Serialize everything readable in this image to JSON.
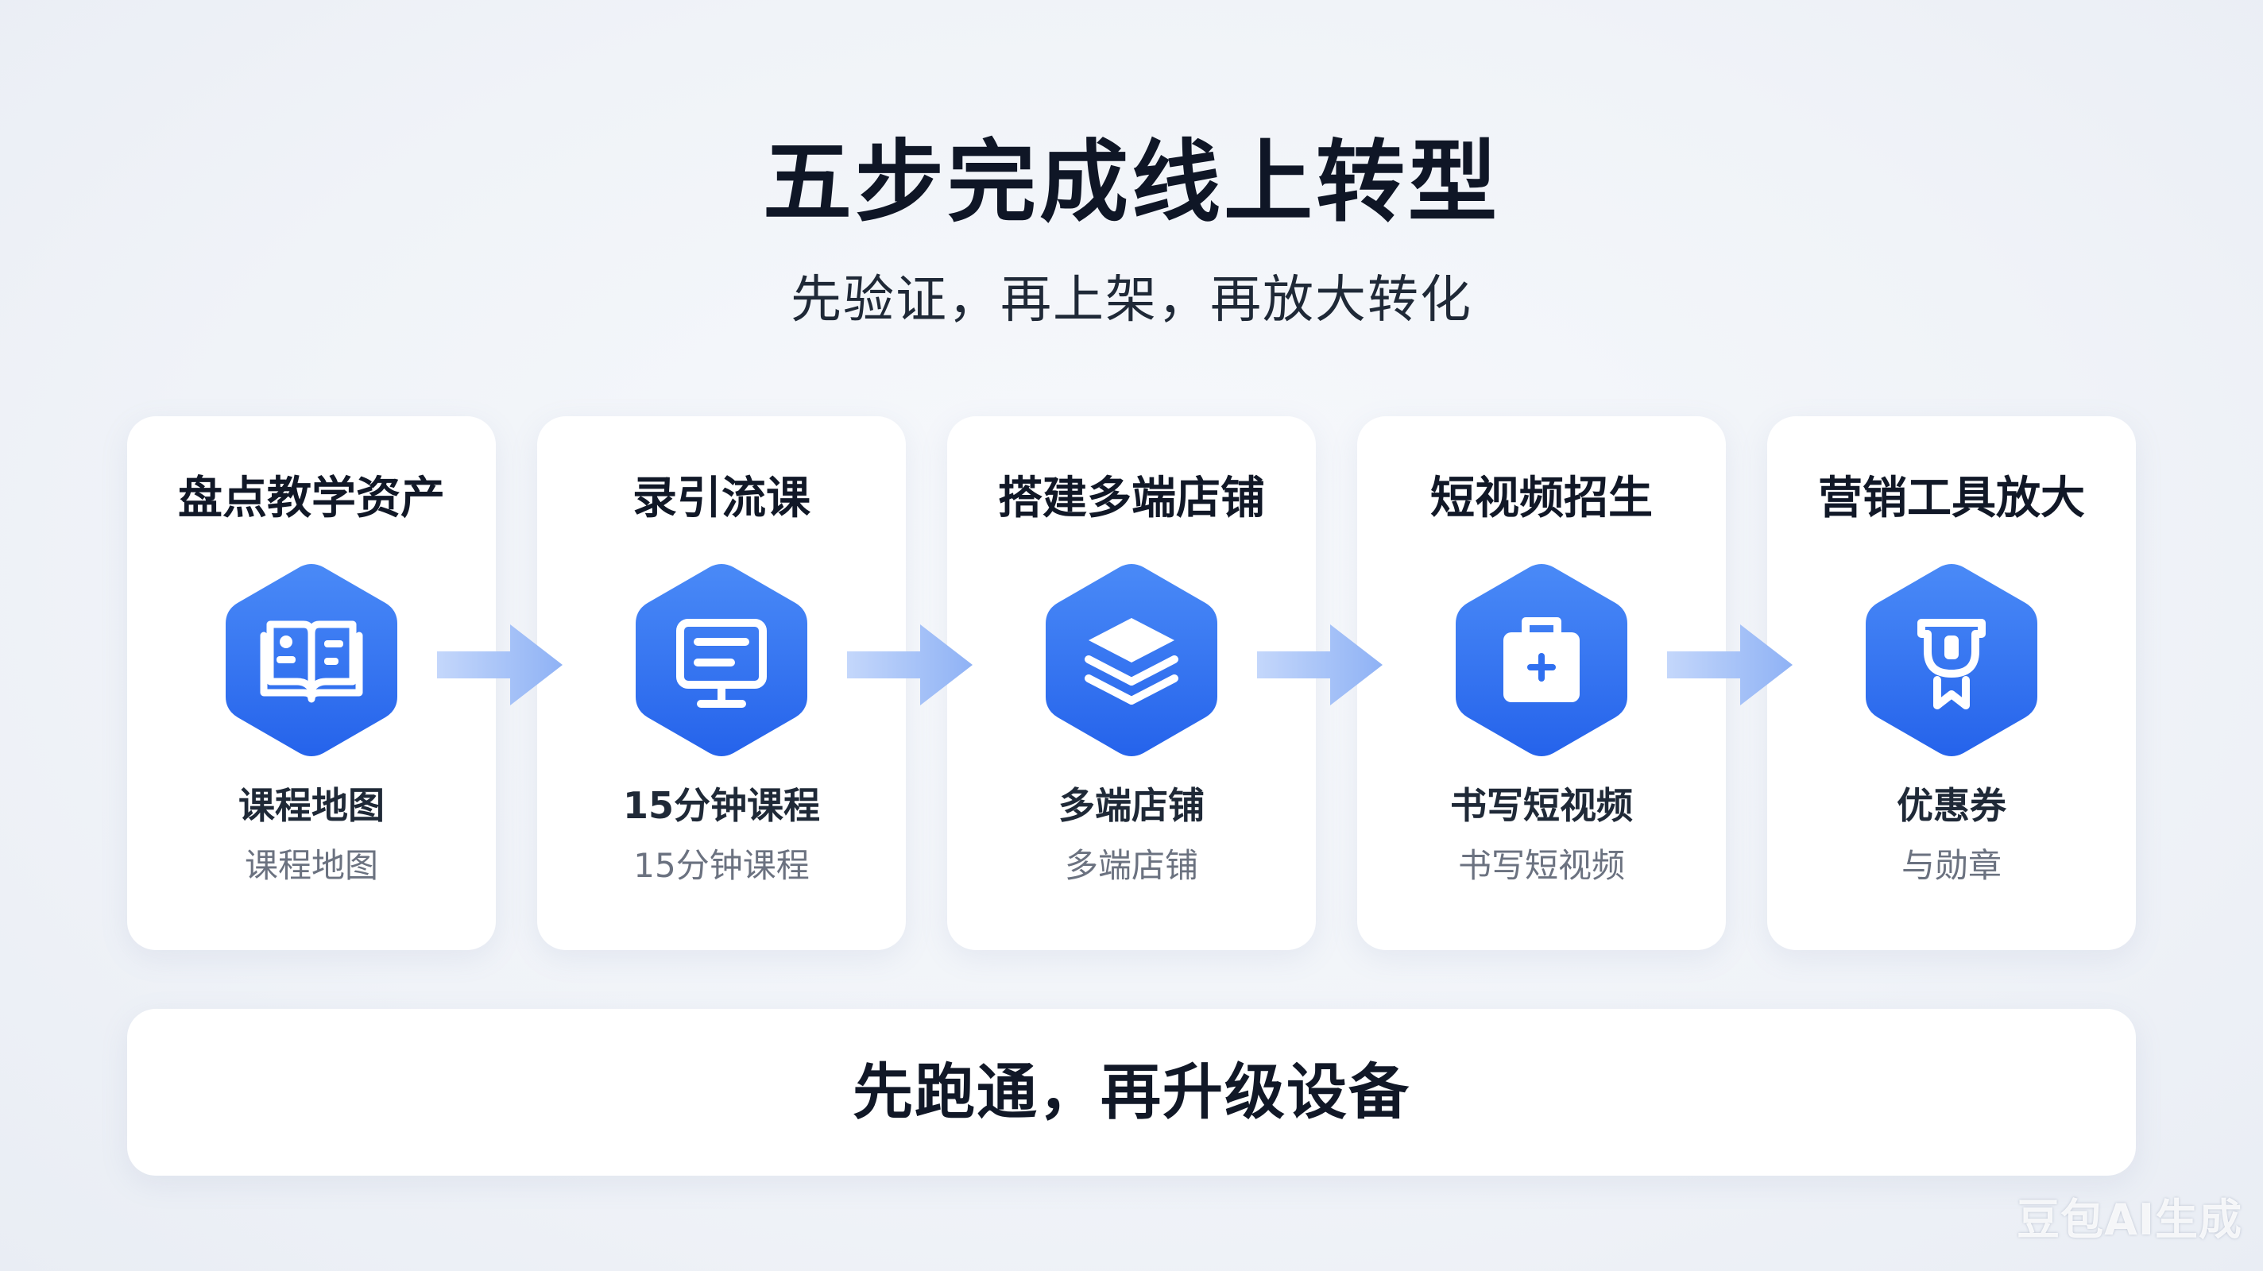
{
  "header": {
    "title": "五步完成线上转型",
    "subtitle": "先验证，再上架，再放大转化"
  },
  "steps": [
    {
      "title": "盘点教学资产",
      "icon": "book-icon",
      "label": "课程地图",
      "sublabel": "课程地图"
    },
    {
      "title": "录引流课",
      "icon": "monitor-icon",
      "label": "15分钟课程",
      "sublabel": "15分钟课程"
    },
    {
      "title": "搭建多端店铺",
      "icon": "layers-icon",
      "label": "多端店铺",
      "sublabel": "多端店铺"
    },
    {
      "title": "短视频招生",
      "icon": "kit-icon",
      "label": "书写短视频",
      "sublabel": "书写短视频"
    },
    {
      "title": "营销工具放大",
      "icon": "badge-icon",
      "label": "优惠券",
      "sublabel": "与勋章"
    }
  ],
  "footer": {
    "text": "先跑通，再升级设备"
  },
  "watermark": "豆包AI生成",
  "colors": {
    "accent": "#2f6ff0",
    "accent_light": "#4d8cf8",
    "arrow": "#9dbcf7"
  }
}
